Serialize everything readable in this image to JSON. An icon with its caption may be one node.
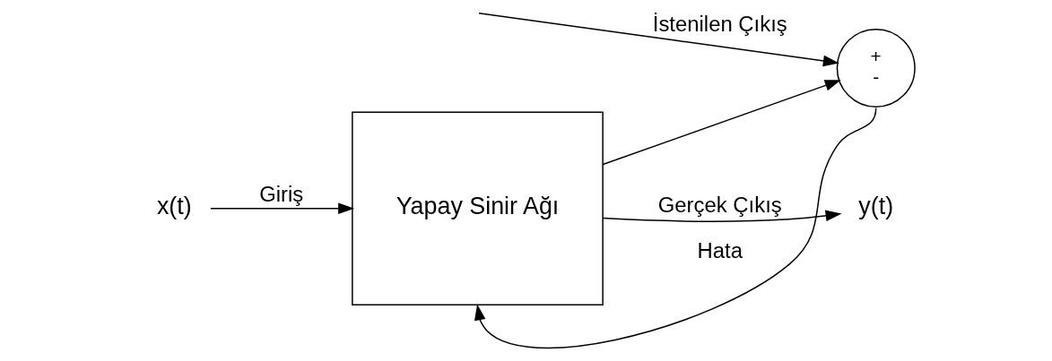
{
  "diagram": {
    "nodes": [
      {
        "text": [
          "x(t)"
        ]
      },
      {
        "text": [
          "Yapay Sinir Ağı"
        ]
      },
      {
        "text": [
          "y(t)"
        ]
      },
      {
        "text": [
          "+",
          "-"
        ]
      }
    ],
    "edges": [
      {
        "from": 0,
        "to": 1,
        "arrow": "to",
        "label": "Giriş"
      },
      {
        "from": 1,
        "to": 2,
        "arrow": "to",
        "label": "Gerçek Çıkış"
      },
      {
        "from": 1,
        "to": 3,
        "arrow": "to"
      },
      {
        "from": 3,
        "to": 1,
        "arrow": "to",
        "label": "Hata"
      },
      {
        "from": null,
        "to": 3,
        "arrow": "to",
        "label": "İstenilen Çıkış"
      }
    ]
  }
}
